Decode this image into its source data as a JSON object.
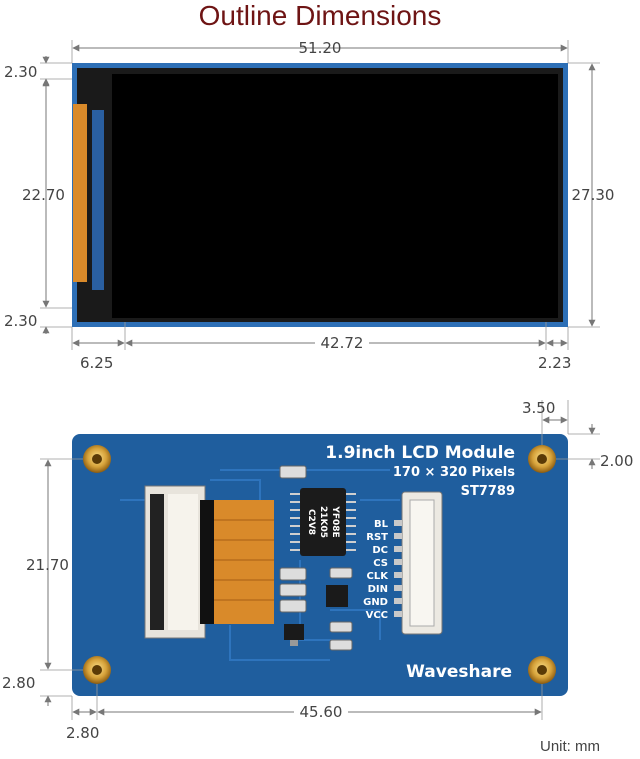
{
  "title": "Outline Dimensions",
  "unit_label": "Unit: mm",
  "top_view": {
    "width": "51.20",
    "height": "27.30",
    "active_height": "22.70",
    "top_margin": "2.30",
    "bottom_margin": "2.30",
    "left_margin": "6.25",
    "active_width": "42.72",
    "right_margin": "2.23"
  },
  "bottom_view": {
    "hole_x_offset": "3.50",
    "hole_y_offset": "2.00",
    "hole_vertical_spacing": "21.70",
    "hole_bottom_offset": "2.80",
    "hole_left_offset": "2.80",
    "hole_horizontal_spacing": "45.60",
    "board_title": "1.9inch LCD Module",
    "board_resolution": "170 × 320 Pixels",
    "board_driver": "ST7789",
    "brand": "Waveshare",
    "chip_marking": [
      "YF08E",
      "21K05",
      "C2V8"
    ],
    "pins": [
      "BL",
      "RST",
      "DC",
      "CS",
      "CLK",
      "DIN",
      "GND",
      "VCC"
    ]
  },
  "colors": {
    "pcb": "#1f5e9e",
    "screen": "#000000",
    "bezel": "#1a1a1a",
    "frame_blue": "#2d6fb6",
    "fpc": "#d98a2a",
    "gold": "#d6a23a"
  }
}
